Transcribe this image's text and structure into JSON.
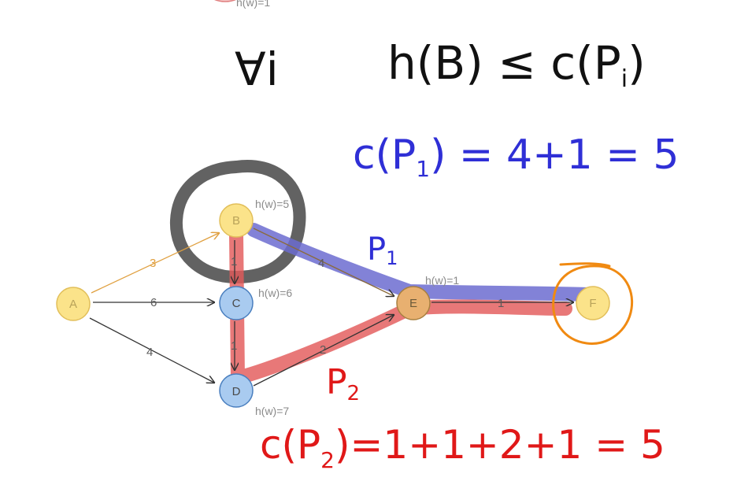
{
  "nodes": {
    "A": {
      "label": "A"
    },
    "B": {
      "label": "B",
      "h": "h(w)=5"
    },
    "C": {
      "label": "C",
      "h": "h(w)=6"
    },
    "D": {
      "label": "D",
      "h": "h(w)=7"
    },
    "E": {
      "label": "E",
      "h": "h(w)=1"
    },
    "F": {
      "label": "F"
    },
    "top_partial": {
      "h": "h(w)=1"
    }
  },
  "edges": {
    "AB": "3",
    "AC": "6",
    "AD": "4",
    "BC": "1",
    "BE": "4",
    "CD": "1",
    "DE": "2",
    "EF": "1"
  },
  "annotations": {
    "forall": "∀i",
    "inequality": "h(B) ≤ c(P",
    "inequality_sub": "i",
    "inequality_close": ")",
    "p1_cost_prefix": "c(P",
    "p1_cost_sub": "1",
    "p1_cost_suffix": ") = 4+1 = 5",
    "p1_label": "P",
    "p1_label_sub": "1",
    "p2_label": "P",
    "p2_label_sub": "2",
    "p2_cost_prefix": "c(P",
    "p2_cost_sub": "2",
    "p2_cost_suffix": ")=1+1+2+1 = 5"
  },
  "colors": {
    "yellow_fill": "#fbe38a",
    "yellow_stroke": "#e2bf5a",
    "blue_fill": "#a9cbf0",
    "blue_stroke": "#4a7fbf",
    "highlight_blue": "#6c6cd0",
    "highlight_red": "#e35a5a",
    "highlight_gray": "#555555",
    "circle_orange": "#f08a12"
  }
}
